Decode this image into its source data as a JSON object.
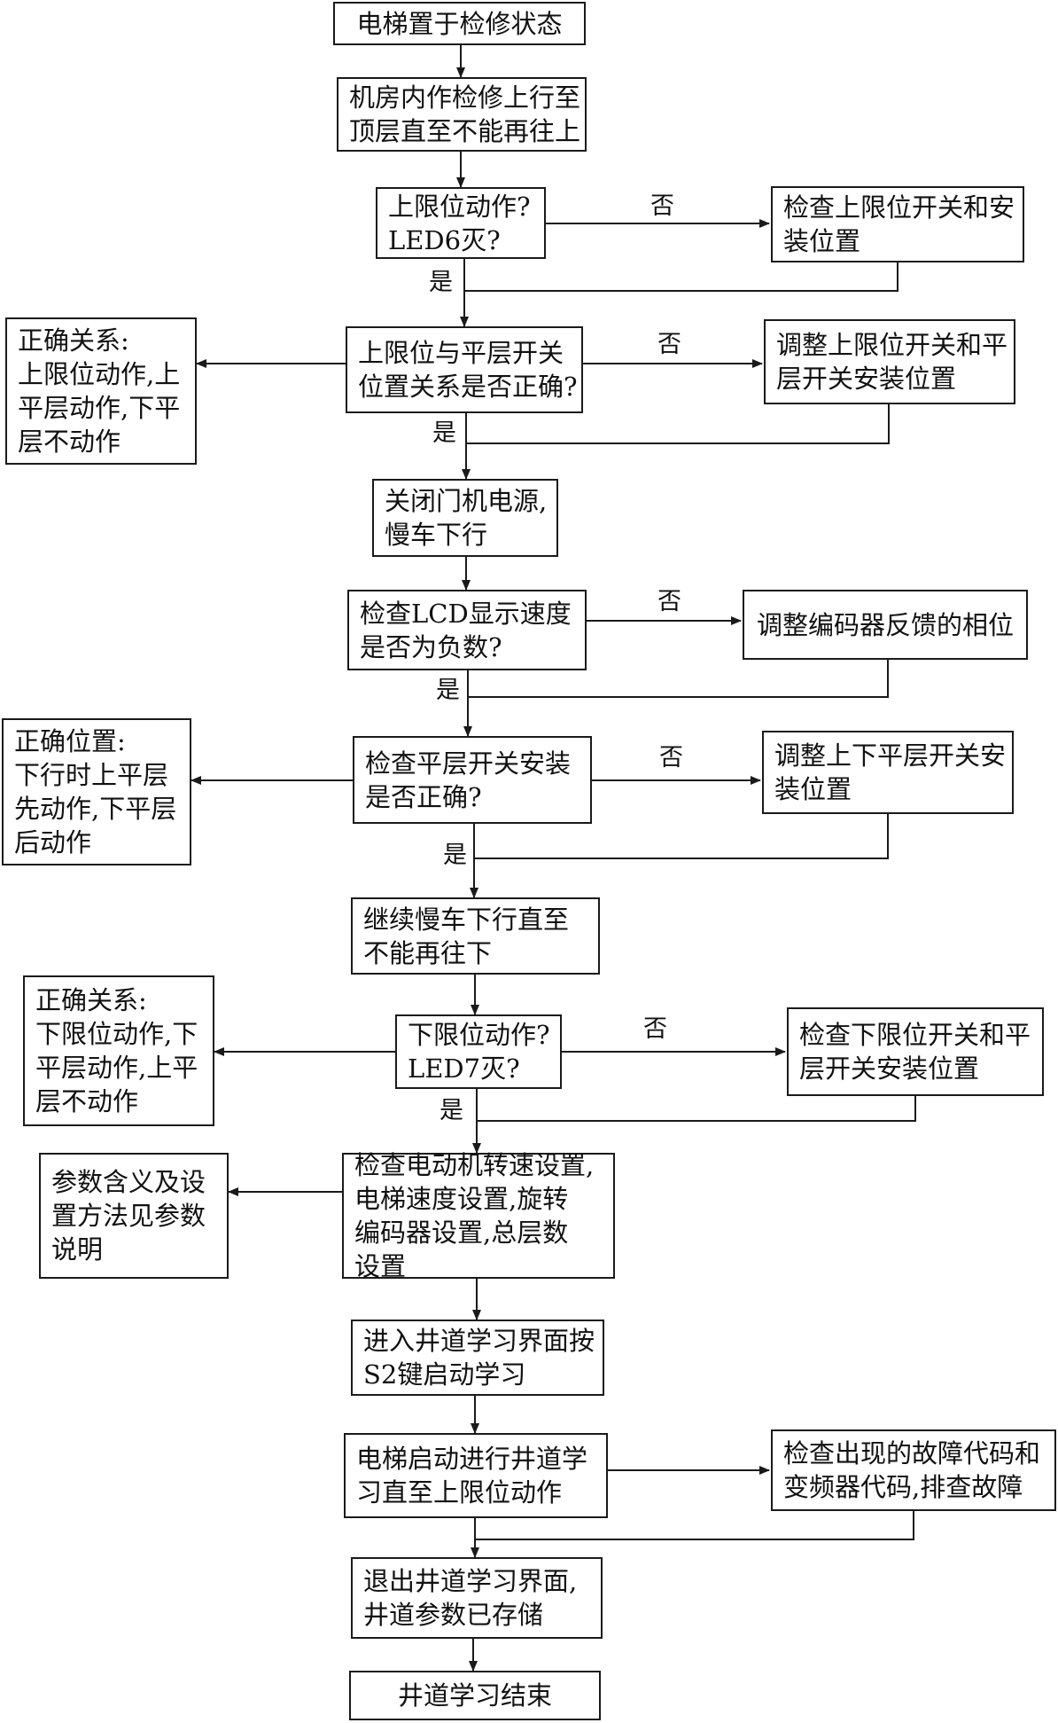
{
  "colors": {
    "line": "#1a1a1a",
    "text": "#111111",
    "background": "#ffffff"
  },
  "boxes": {
    "b1": [
      "电梯置于检修状态"
    ],
    "b2": [
      "机房内作检修上行至",
      "顶层直至不能再往上"
    ],
    "b3": [
      "上限位动作?",
      "LED6灭?"
    ],
    "b3n": [
      "检查上限位开关和安",
      "装位置"
    ],
    "b4": [
      "上限位与平层开关",
      "位置关系是否正确?"
    ],
    "b4n": [
      "调整上限位开关和平",
      "层开关安装位置"
    ],
    "b4l": [
      "正确关系:",
      "上限位动作,上",
      "平层动作,下平",
      "层不动作"
    ],
    "b5": [
      "关闭门机电源,",
      "慢车下行"
    ],
    "b6": [
      "检查LCD显示速度",
      "是否为负数?"
    ],
    "b6n": [
      "调整编码器反馈的相位"
    ],
    "b7": [
      "检查平层开关安装",
      "是否正确?"
    ],
    "b7n": [
      "调整上下平层开关安",
      "装位置"
    ],
    "b7l": [
      "正确位置:",
      "下行时上平层",
      "先动作,下平层",
      "后动作"
    ],
    "b8": [
      "继续慢车下行直至",
      "不能再往下"
    ],
    "b9": [
      "下限位动作?",
      "LED7灭?"
    ],
    "b9n": [
      "检查下限位开关和平",
      "层开关安装位置"
    ],
    "b9l": [
      "正确关系:",
      "下限位动作,下",
      "平层动作,上平",
      "层不动作"
    ],
    "b10": [
      "检查电动机转速设置,",
      "电梯速度设置,旋转",
      "编码器设置,总层数",
      "设置"
    ],
    "b10l": [
      "参数含义及设",
      "置方法见参数",
      "说明"
    ],
    "b11": [
      "进入井道学习界面按",
      "S2键启动学习"
    ],
    "b12": [
      "电梯启动进行井道学",
      "习直至上限位动作"
    ],
    "b12r": [
      "检查出现的故障代码和",
      "变频器代码,排查故障"
    ],
    "b13": [
      "退出井道学习界面,",
      "井道参数已存储"
    ],
    "b14": [
      "井道学习结束"
    ]
  },
  "labels": {
    "no": "否",
    "yes": "是"
  }
}
